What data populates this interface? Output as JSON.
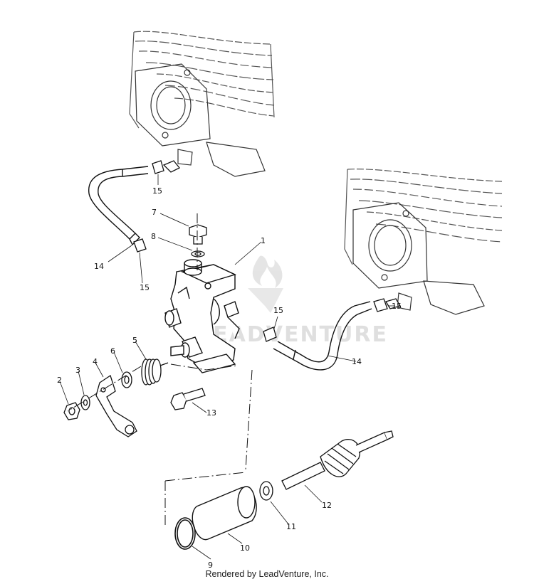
{
  "watermark_text": "LEADVENTURE",
  "footer_text": "Rendered by LeadVenture, Inc.",
  "callouts": {
    "c1": "1",
    "c2": "2",
    "c3": "3",
    "c4": "4",
    "c5": "5",
    "c6": "6",
    "c7": "7",
    "c8": "8",
    "c9": "9",
    "c10": "10",
    "c11": "11",
    "c12": "12",
    "c13": "13",
    "c14a": "14",
    "c14b": "14",
    "c15a": "15",
    "c15b": "15",
    "c15c": "15",
    "c15d": "15"
  },
  "colors": {
    "line": "#111111",
    "engine": "#555555",
    "watermark": "#dcdcdc"
  }
}
